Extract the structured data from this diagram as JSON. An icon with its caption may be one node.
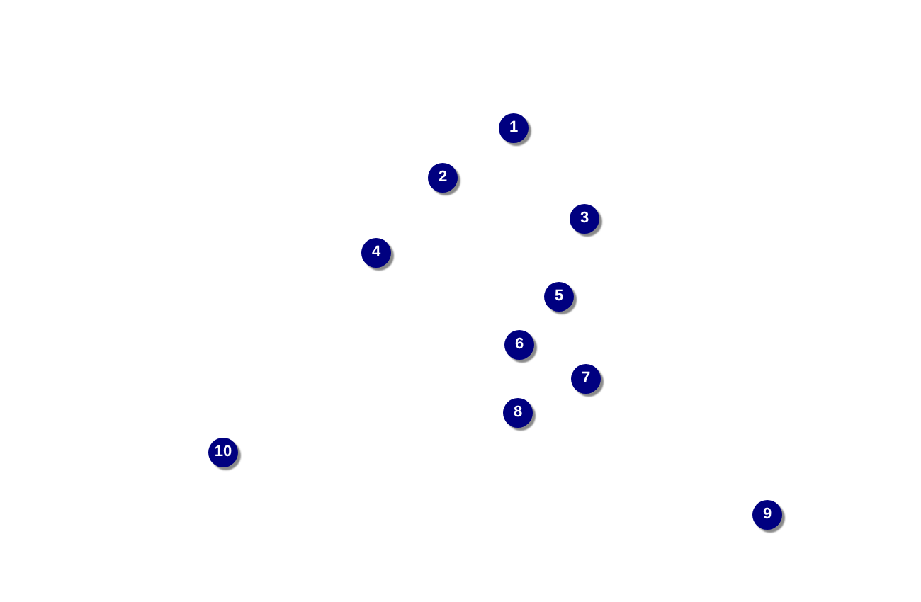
{
  "diagram": {
    "labels": [
      "1",
      "2",
      "3",
      "4",
      "5",
      "6",
      "7",
      "8",
      "10",
      "9"
    ]
  }
}
